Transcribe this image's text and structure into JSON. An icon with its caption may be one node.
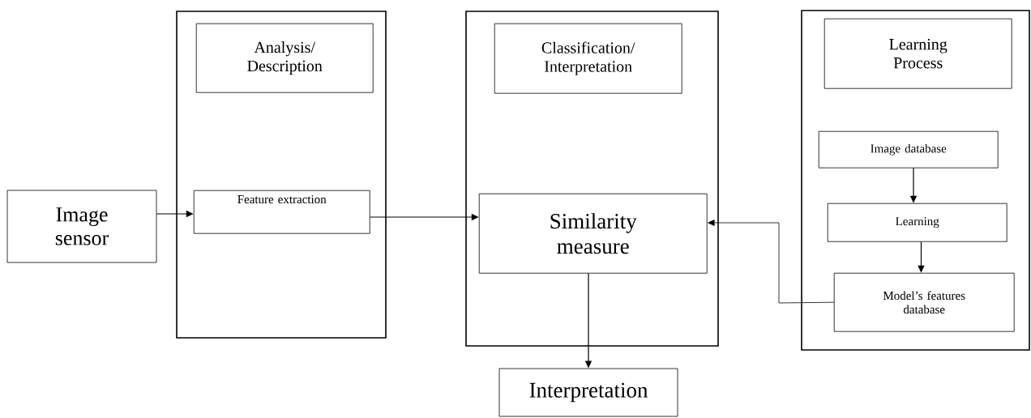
{
  "diagram": {
    "nodes": [
      {
        "text": [
          "Image sensor"
        ]
      },
      {
        "text": [],
        "shape": "box"
      },
      {
        "text": [
          "Analysis/ Description"
        ],
        "in": 1
      },
      {
        "text": [
          "Feature extraction"
        ],
        "in": 1
      },
      {
        "text": [],
        "shape": "box"
      },
      {
        "text": [
          "Classification/ Interpretation"
        ],
        "in": 4
      },
      {
        "text": [
          "Similarity measure"
        ],
        "in": 4
      },
      {
        "text": [],
        "shape": "box"
      },
      {
        "text": [
          "Learning Process"
        ],
        "in": 7
      },
      {
        "text": [
          "Image database"
        ],
        "in": 7
      },
      {
        "text": [
          "Learning"
        ],
        "in": 7
      },
      {
        "text": [
          "Model’s features database"
        ],
        "in": 7
      },
      {
        "text": [
          "Interpretation"
        ]
      }
    ],
    "edges": [
      {
        "from": 0,
        "to": 3,
        "arrow": "to"
      },
      {
        "from": 3,
        "to": 6,
        "arrow": "to"
      },
      {
        "from": 11,
        "to": 6,
        "arrow": "to"
      },
      {
        "from": 9,
        "to": 10,
        "arrow": "to"
      },
      {
        "from": 10,
        "to": 11,
        "arrow": "to"
      },
      {
        "from": 6,
        "to": 12,
        "arrow": "to"
      }
    ]
  }
}
